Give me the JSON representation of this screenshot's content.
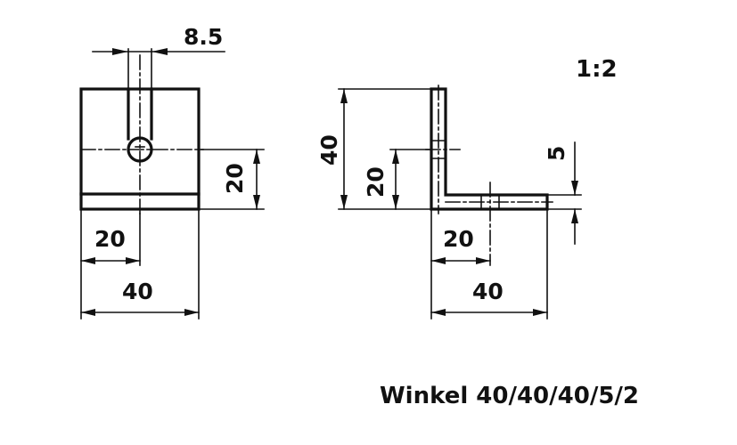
{
  "scale": "1:2",
  "title": "Winkel 40/40/40/5/2",
  "front_view": {
    "dim_slot_width": "8.5",
    "dim_hole_height": "20",
    "dim_hole_offset": "20",
    "dim_width": "40"
  },
  "side_view": {
    "dim_height": "40",
    "dim_hole_height": "20",
    "dim_thickness": "5",
    "dim_hole_offset": "20",
    "dim_length": "40"
  }
}
